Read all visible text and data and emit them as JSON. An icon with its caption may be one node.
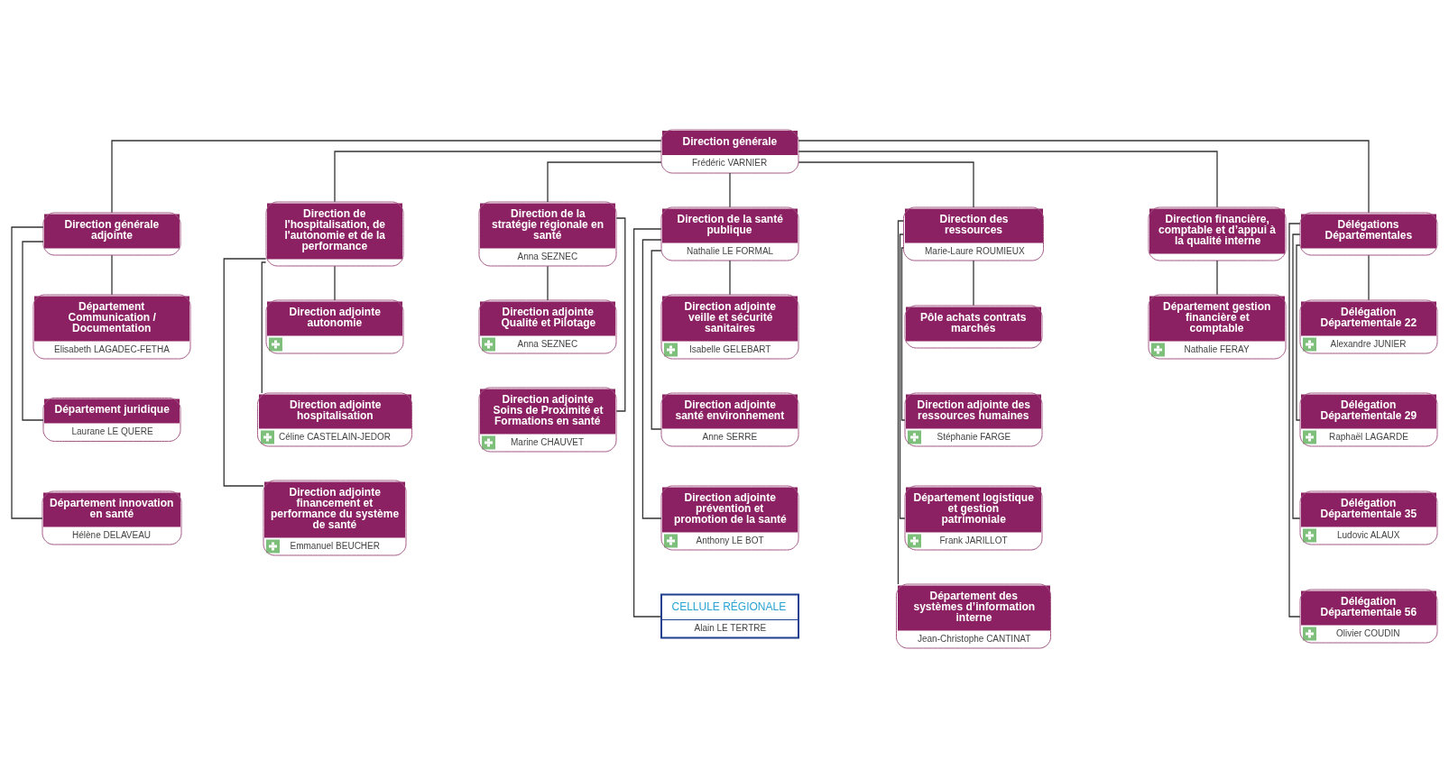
{
  "diagram": {
    "nodes": [
      {
        "text": [
          "Direction générale",
          "Frédéric VARNIER"
        ]
      },
      {
        "text": [
          "Direction générale adjointe"
        ]
      },
      {
        "text": [
          "Direction de l'hospitalisation, de l'autonomie et de la performance"
        ]
      },
      {
        "text": [
          "Direction de la stratégie régionale en santé",
          "Anna SEZNEC"
        ]
      },
      {
        "text": [
          "Direction de la santé publique",
          "Nathalie LE FORMAL"
        ]
      },
      {
        "text": [
          "Direction des ressources",
          "Marie-Laure ROUMIEUX"
        ]
      },
      {
        "text": [
          "Direction financière, comptable et d’appui à la qualité interne"
        ]
      },
      {
        "text": [
          "Délégations Départementales"
        ]
      },
      {
        "text": [
          "Département Communication / Documentation",
          "Elisabeth LAGADEC-FETHA"
        ]
      },
      {
        "text": [
          "Département juridique",
          "Laurane LE QUERE"
        ]
      },
      {
        "text": [
          "Département innovation en santé",
          "Hélène DELAVEAU"
        ]
      },
      {
        "text": [
          "Direction adjointe autonomie"
        ]
      },
      {
        "text": [
          "Direction adjointe hospitalisation",
          "Céline CASTELAIN-JEDOR"
        ]
      },
      {
        "text": [
          "Direction adjointe financement et performance du système de santé",
          "Emmanuel BEUCHER"
        ]
      },
      {
        "text": [
          "Direction adjointe Qualité et Pilotage",
          "Anna SEZNEC"
        ]
      },
      {
        "text": [
          "Direction adjointe Soins de Proximité et Formations en santé",
          "Marine CHAUVET"
        ]
      },
      {
        "text": [
          "Direction adjointe veille et sécurité sanitaires",
          "Isabelle GELEBART"
        ]
      },
      {
        "text": [
          "Direction adjointe santé environnement",
          "Anne SERRE"
        ]
      },
      {
        "text": [
          "Direction adjointe prévention et promotion de la santé",
          "Anthony LE BOT"
        ]
      },
      {
        "text": [
          "CELLULE RÉGIONALE",
          "Alain LE TERTRE"
        ]
      },
      {
        "text": [
          "Pôle achats contrats marchés"
        ]
      },
      {
        "text": [
          "Direction adjointe des ressources humaines",
          "Stéphanie FARGE"
        ]
      },
      {
        "text": [
          "Département logistique et gestion patrimoniale",
          "Frank JARILLOT"
        ]
      },
      {
        "text": [
          "Département des systèmes d’information interne",
          "Jean-Christophe CANTINAT"
        ]
      },
      {
        "text": [
          "Département gestion financière et comptable",
          "Nathalie FERAY"
        ]
      },
      {
        "text": [
          "Délégation Départementale 22",
          "Alexandre JUNIER"
        ]
      },
      {
        "text": [
          "Délégation Départementale 29",
          "Raphaël LAGARDE"
        ]
      },
      {
        "text": [
          "Délégation Départementale 35",
          "Ludovic ALAUX"
        ]
      },
      {
        "text": [
          "Délégation Départementale 56",
          "Olivier COUDIN"
        ]
      }
    ],
    "edges": [
      {
        "from": 0,
        "to": 1,
        "arrow": "none"
      },
      {
        "from": 0,
        "to": 2,
        "arrow": "none"
      },
      {
        "from": 0,
        "to": 3,
        "arrow": "none"
      },
      {
        "from": 0,
        "to": 4,
        "arrow": "none"
      },
      {
        "from": 0,
        "to": 5,
        "arrow": "none"
      },
      {
        "from": 0,
        "to": 6,
        "arrow": "none"
      },
      {
        "from": 0,
        "to": 7,
        "arrow": "none"
      },
      {
        "from": 1,
        "to": 8,
        "arrow": "none"
      },
      {
        "from": 1,
        "to": 9,
        "arrow": "none"
      },
      {
        "from": 1,
        "to": 10,
        "arrow": "none"
      },
      {
        "from": 2,
        "to": 11,
        "arrow": "none"
      },
      {
        "from": 2,
        "to": 12,
        "arrow": "none"
      },
      {
        "from": 2,
        "to": 13,
        "arrow": "none"
      },
      {
        "from": 3,
        "to": 14,
        "arrow": "none"
      },
      {
        "from": 3,
        "to": 15,
        "arrow": "none"
      },
      {
        "from": 4,
        "to": 16,
        "arrow": "none"
      },
      {
        "from": 4,
        "to": 17,
        "arrow": "none"
      },
      {
        "from": 4,
        "to": 18,
        "arrow": "none"
      },
      {
        "from": 4,
        "to": 19,
        "arrow": "none"
      },
      {
        "from": 5,
        "to": 20,
        "arrow": "none"
      },
      {
        "from": 5,
        "to": 21,
        "arrow": "none"
      },
      {
        "from": 5,
        "to": 22,
        "arrow": "none"
      },
      {
        "from": 5,
        "to": 23,
        "arrow": "none"
      },
      {
        "from": 6,
        "to": 24,
        "arrow": "none"
      },
      {
        "from": 7,
        "to": 25,
        "arrow": "none"
      },
      {
        "from": 7,
        "to": 26,
        "arrow": "none"
      },
      {
        "from": 7,
        "to": 27,
        "arrow": "none"
      },
      {
        "from": 7,
        "to": 28,
        "arrow": "none"
      }
    ]
  }
}
